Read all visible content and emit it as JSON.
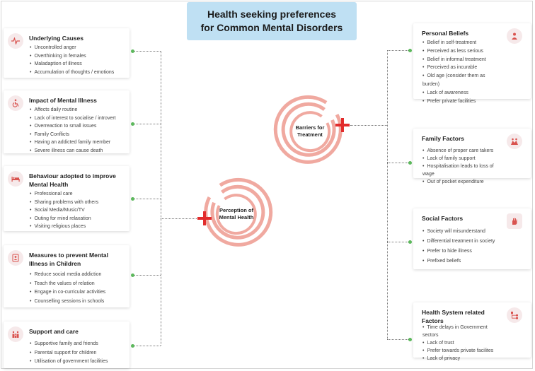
{
  "title": {
    "line1": "Health seeking preferences",
    "line2": "for Common Mental Disorders"
  },
  "center": {
    "perception": {
      "line1": "Perception of",
      "line2": "Mental Health"
    },
    "barriers": {
      "line1": "Barriers for",
      "line2": "Treatment"
    }
  },
  "left": [
    {
      "heading": "Underlying Causes",
      "icon": "pulse-icon",
      "items": [
        "Uncontrolled anger",
        "Overthinking in females",
        "Maladaption of illness",
        "Accumulation of thoughts / emotions"
      ]
    },
    {
      "heading": "Impact of Mental Illness",
      "icon": "wheelchair-icon",
      "items": [
        "Affects daily routine",
        "Lack of interest to socialise / introvert",
        "Overreaction to small issues",
        "Family Conflicts",
        "Having an addicted family member",
        "Severe illness can cause death"
      ]
    },
    {
      "heading": "Behaviour adopted to improve Mental Health",
      "icon": "bed-icon",
      "items": [
        "Professional care",
        "Sharing problems with others",
        "Social Media/Music/TV",
        "Outing for mind relaxation",
        "Visiting religious places"
      ]
    },
    {
      "heading": "Measures to prevent Mental Illness in Children",
      "icon": "child-icon",
      "items": [
        "Reduce social media addiction",
        "Teach the values of relation",
        "Engage in co-curricular activities",
        "Counselling sessions in schools"
      ]
    },
    {
      "heading": "Support and care",
      "icon": "family-icon",
      "items": [
        "Supportive family and friends",
        "Parental support for children",
        "Utilisation of government facilities"
      ]
    }
  ],
  "right": [
    {
      "heading": "Personal Beliefs",
      "icon": "person-icon",
      "items": [
        "Belief in self-treatment",
        "Perceived as less serious",
        "Belief in informal treatment",
        "Perceived as incurable",
        "Old age (consider them as burden)",
        "Lack of awareness",
        "Prefer private facilities"
      ]
    },
    {
      "heading": "Family  Factors",
      "icon": "family-group-icon",
      "items": [
        "Absence of proper care takers",
        "Lack of family support",
        "Hospitalisation leads to loss of wage",
        "Out of pocket expenditure"
      ]
    },
    {
      "heading": "Social Factors",
      "icon": "hand-stop-icon",
      "items": [
        "Society will misunderstand",
        "Differential treatment in society",
        "Prefer to hide illness",
        "Prefixed beliefs"
      ]
    },
    {
      "heading": "Health System related Factors",
      "icon": "hierarchy-icon",
      "items": [
        "Time delays in Government sectors",
        "Lack of trust",
        "Prefer towards private facilites",
        "Lack of privacy"
      ]
    }
  ],
  "colors": {
    "accent": "#e22c2c",
    "ring": "#f0a9a0",
    "connector_dot": "#5cb85c",
    "title_bg": "#bfe0f3"
  }
}
